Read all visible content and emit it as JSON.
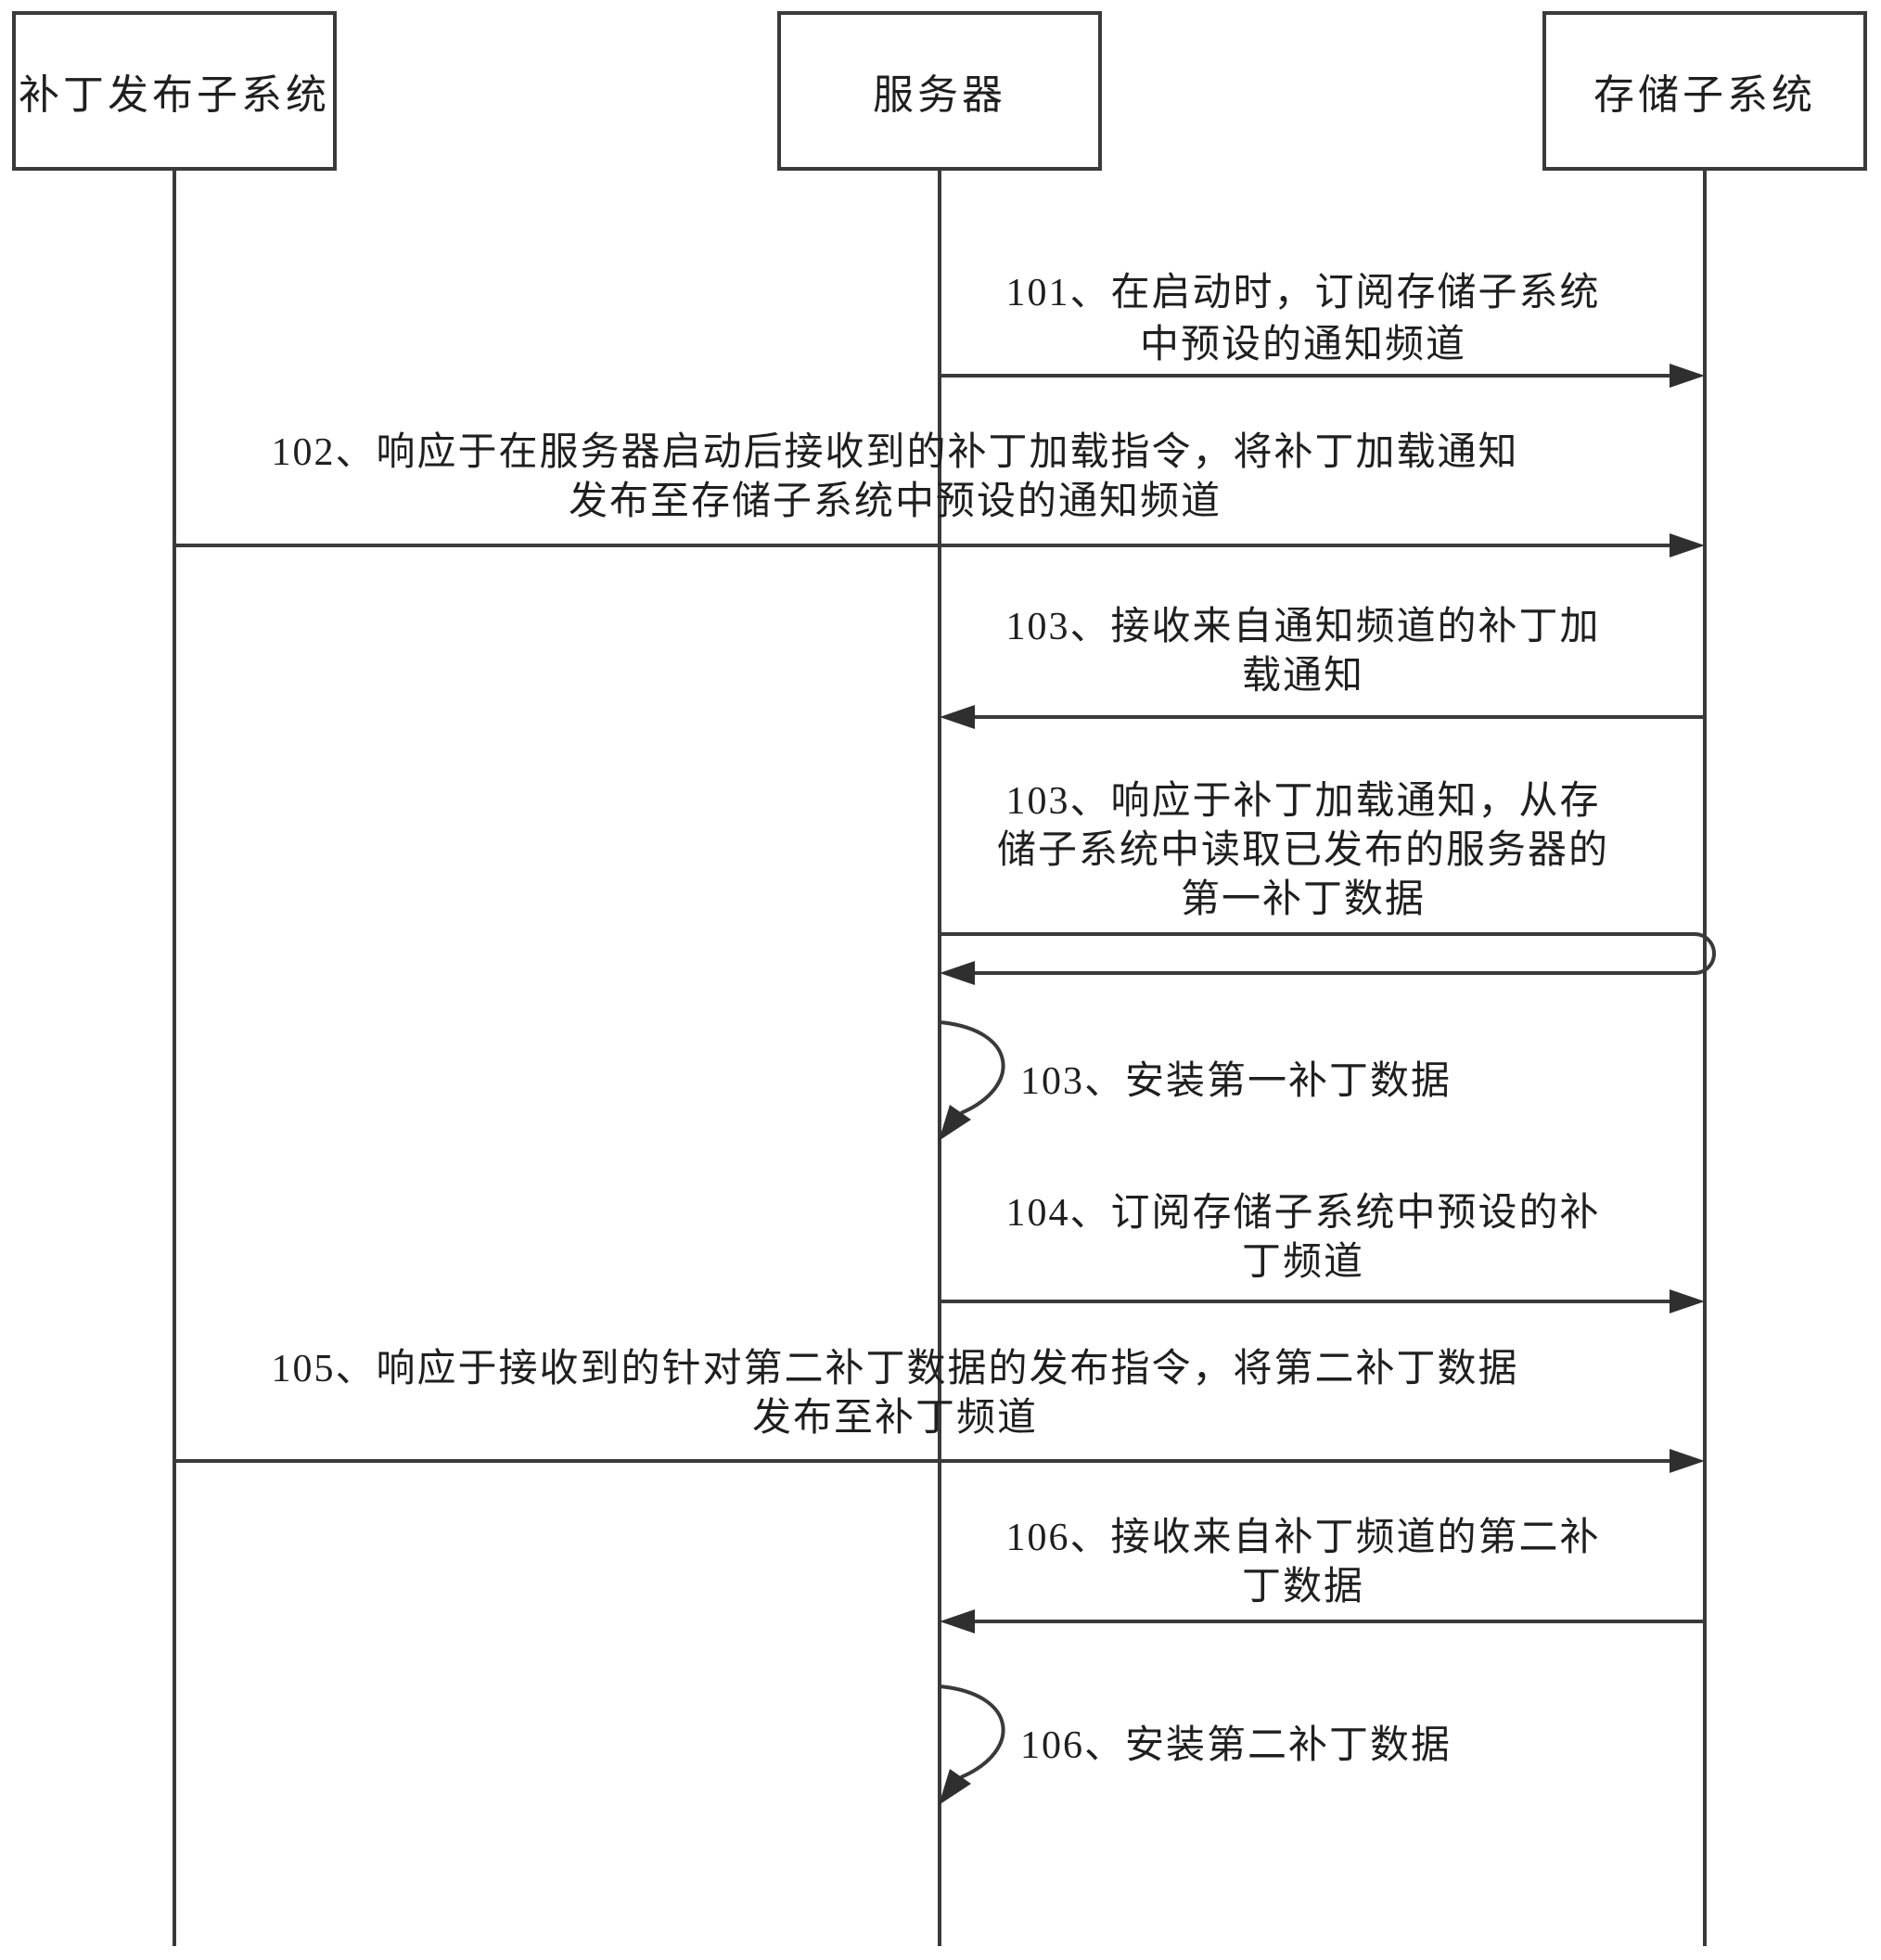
{
  "figure": {
    "type": "sequence-diagram",
    "actors": [
      {
        "label": "补丁发布子系统"
      },
      {
        "label": "服务器"
      },
      {
        "label": "存储子系统"
      }
    ],
    "messages": [
      {
        "id": "101",
        "from": "服务器",
        "to": "存储子系统",
        "text": "101、在启动时，订阅存储子系统\n中预设的通知频道"
      },
      {
        "id": "102",
        "from": "补丁发布子系统",
        "to": "存储子系统",
        "text": "102、响应于在服务器启动后接收到的补丁加载指令，将补丁加载通知\n发布至存储子系统中预设的通知频道"
      },
      {
        "id": "103",
        "from": "存储子系统",
        "to": "服务器",
        "text": "103、接收来自通知频道的补丁加\n载通知"
      },
      {
        "id": "103",
        "from": "服务器",
        "to": "存储子系统",
        "style": "call-return",
        "text": "103、响应于补丁加载通知，从存\n储子系统中读取已发布的服务器的\n第一补丁数据"
      },
      {
        "id": "103",
        "from": "服务器",
        "to": "服务器",
        "style": "self-loop",
        "text": "103、安装第一补丁数据"
      },
      {
        "id": "104",
        "from": "服务器",
        "to": "存储子系统",
        "text": "104、订阅存储子系统中预设的补\n丁频道"
      },
      {
        "id": "105",
        "from": "补丁发布子系统",
        "to": "存储子系统",
        "text": "105、响应于接收到的针对第二补丁数据的发布指令，将第二补丁数据\n发布至补丁频道"
      },
      {
        "id": "106",
        "from": "存储子系统",
        "to": "服务器",
        "text": "106、接收来自补丁频道的第二补\n丁数据"
      },
      {
        "id": "106",
        "from": "服务器",
        "to": "服务器",
        "style": "self-loop",
        "text": "106、安装第二补丁数据"
      }
    ],
    "colors": {
      "line": "#3a3a3a",
      "arrowhead": "#2f2f2f",
      "text": "#1f1f1f",
      "background": "#ffffff"
    }
  }
}
